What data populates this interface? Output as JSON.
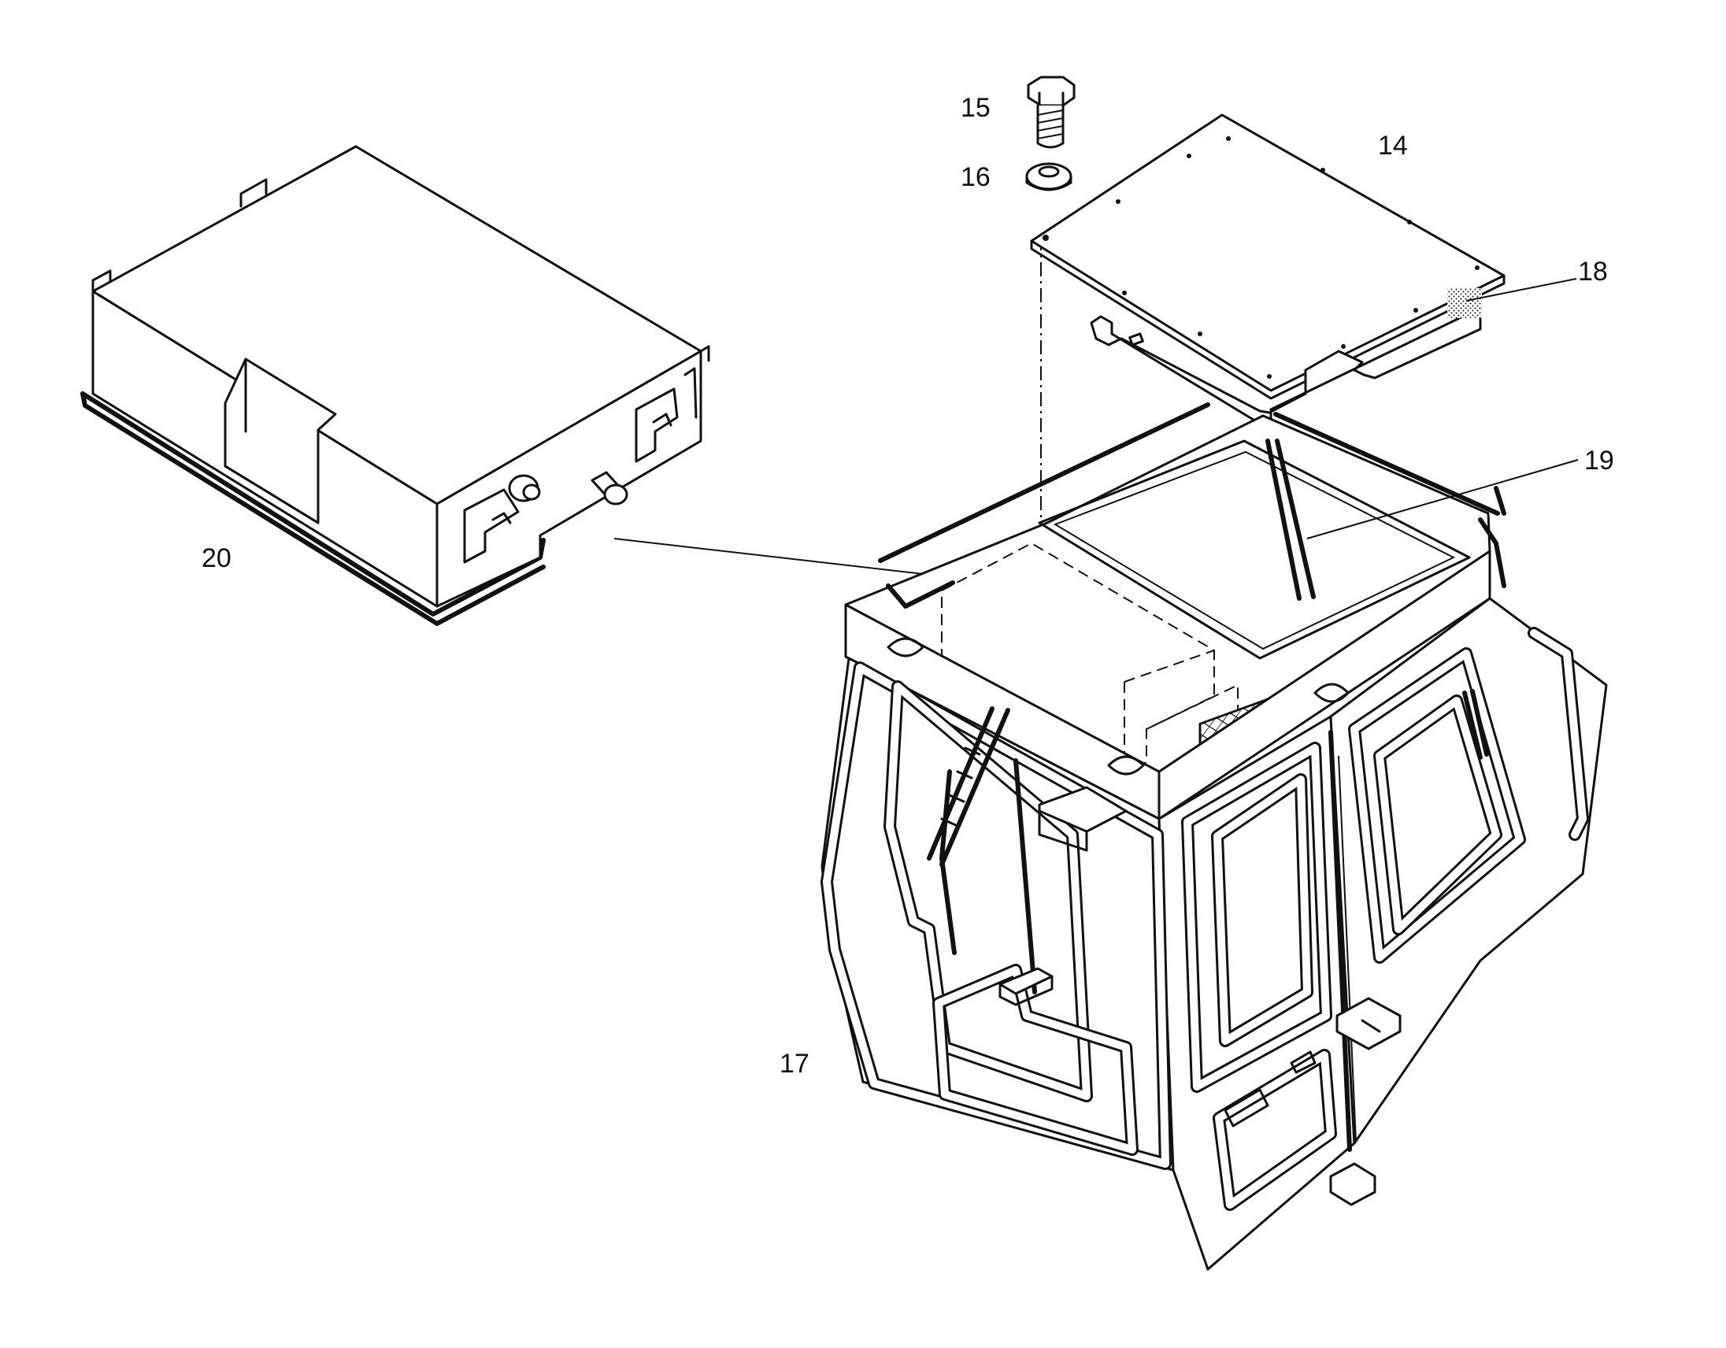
{
  "callouts": {
    "c14": "14",
    "c15": "15",
    "c16": "16",
    "c17": "17",
    "c18": "18",
    "c19": "19",
    "c20": "20"
  },
  "colors": {
    "ink": "#111111",
    "paper": "#ffffff"
  }
}
